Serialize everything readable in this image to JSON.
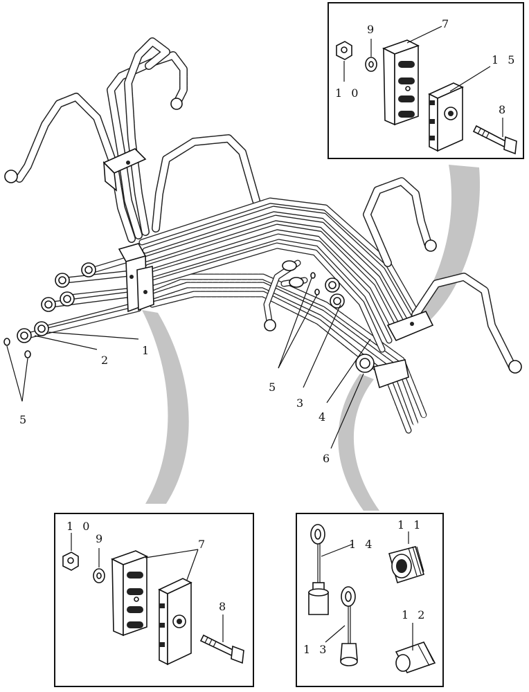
{
  "diagram": {
    "labels": {
      "l1": "1",
      "l2": "2",
      "l3": "3",
      "l4": "4",
      "l5a": "5",
      "l5b": "5",
      "l6": "6",
      "top_7": "7",
      "top_8": "8",
      "top_9": "9",
      "top_10": "1 0",
      "top_15": "1 5",
      "bl_7": "7",
      "bl_8": "8",
      "bl_9": "9",
      "bl_10": "1 0",
      "br_11": "1 1",
      "br_12": "1 2",
      "br_13": "1 3",
      "br_14": "1 4"
    }
  }
}
